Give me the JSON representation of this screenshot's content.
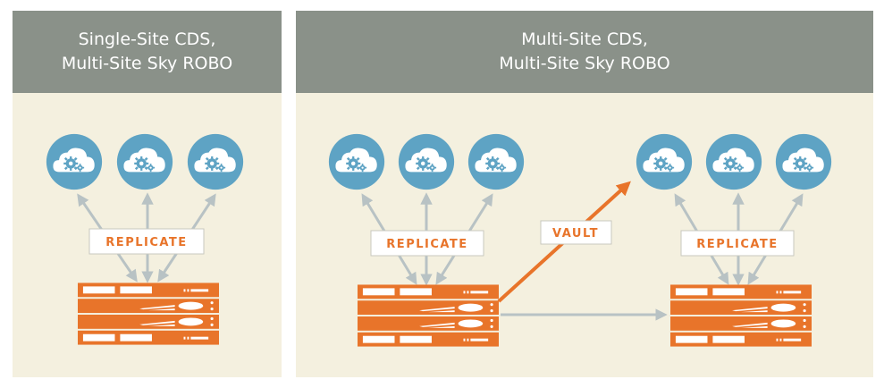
{
  "panels": {
    "left": {
      "title_line1": "Single-Site CDS,",
      "title_line2": "Multi-Site Sky ROBO"
    },
    "right": {
      "title_line1": "Multi-Site CDS,",
      "title_line2": "Multi-Site Sky ROBO"
    }
  },
  "labels": {
    "replicate": "REPLICATE",
    "vault": "VAULT"
  },
  "colors": {
    "header": "#8a9189",
    "panel_bg": "#f4f0df",
    "cloud_circle": "#5ea3c4",
    "server": "#e8742a",
    "arrow_gray": "#b8c2c4",
    "arrow_orange": "#e8742a"
  },
  "icons": {
    "cloud": "cloud-gear-icon",
    "server": "server-rack-icon"
  }
}
